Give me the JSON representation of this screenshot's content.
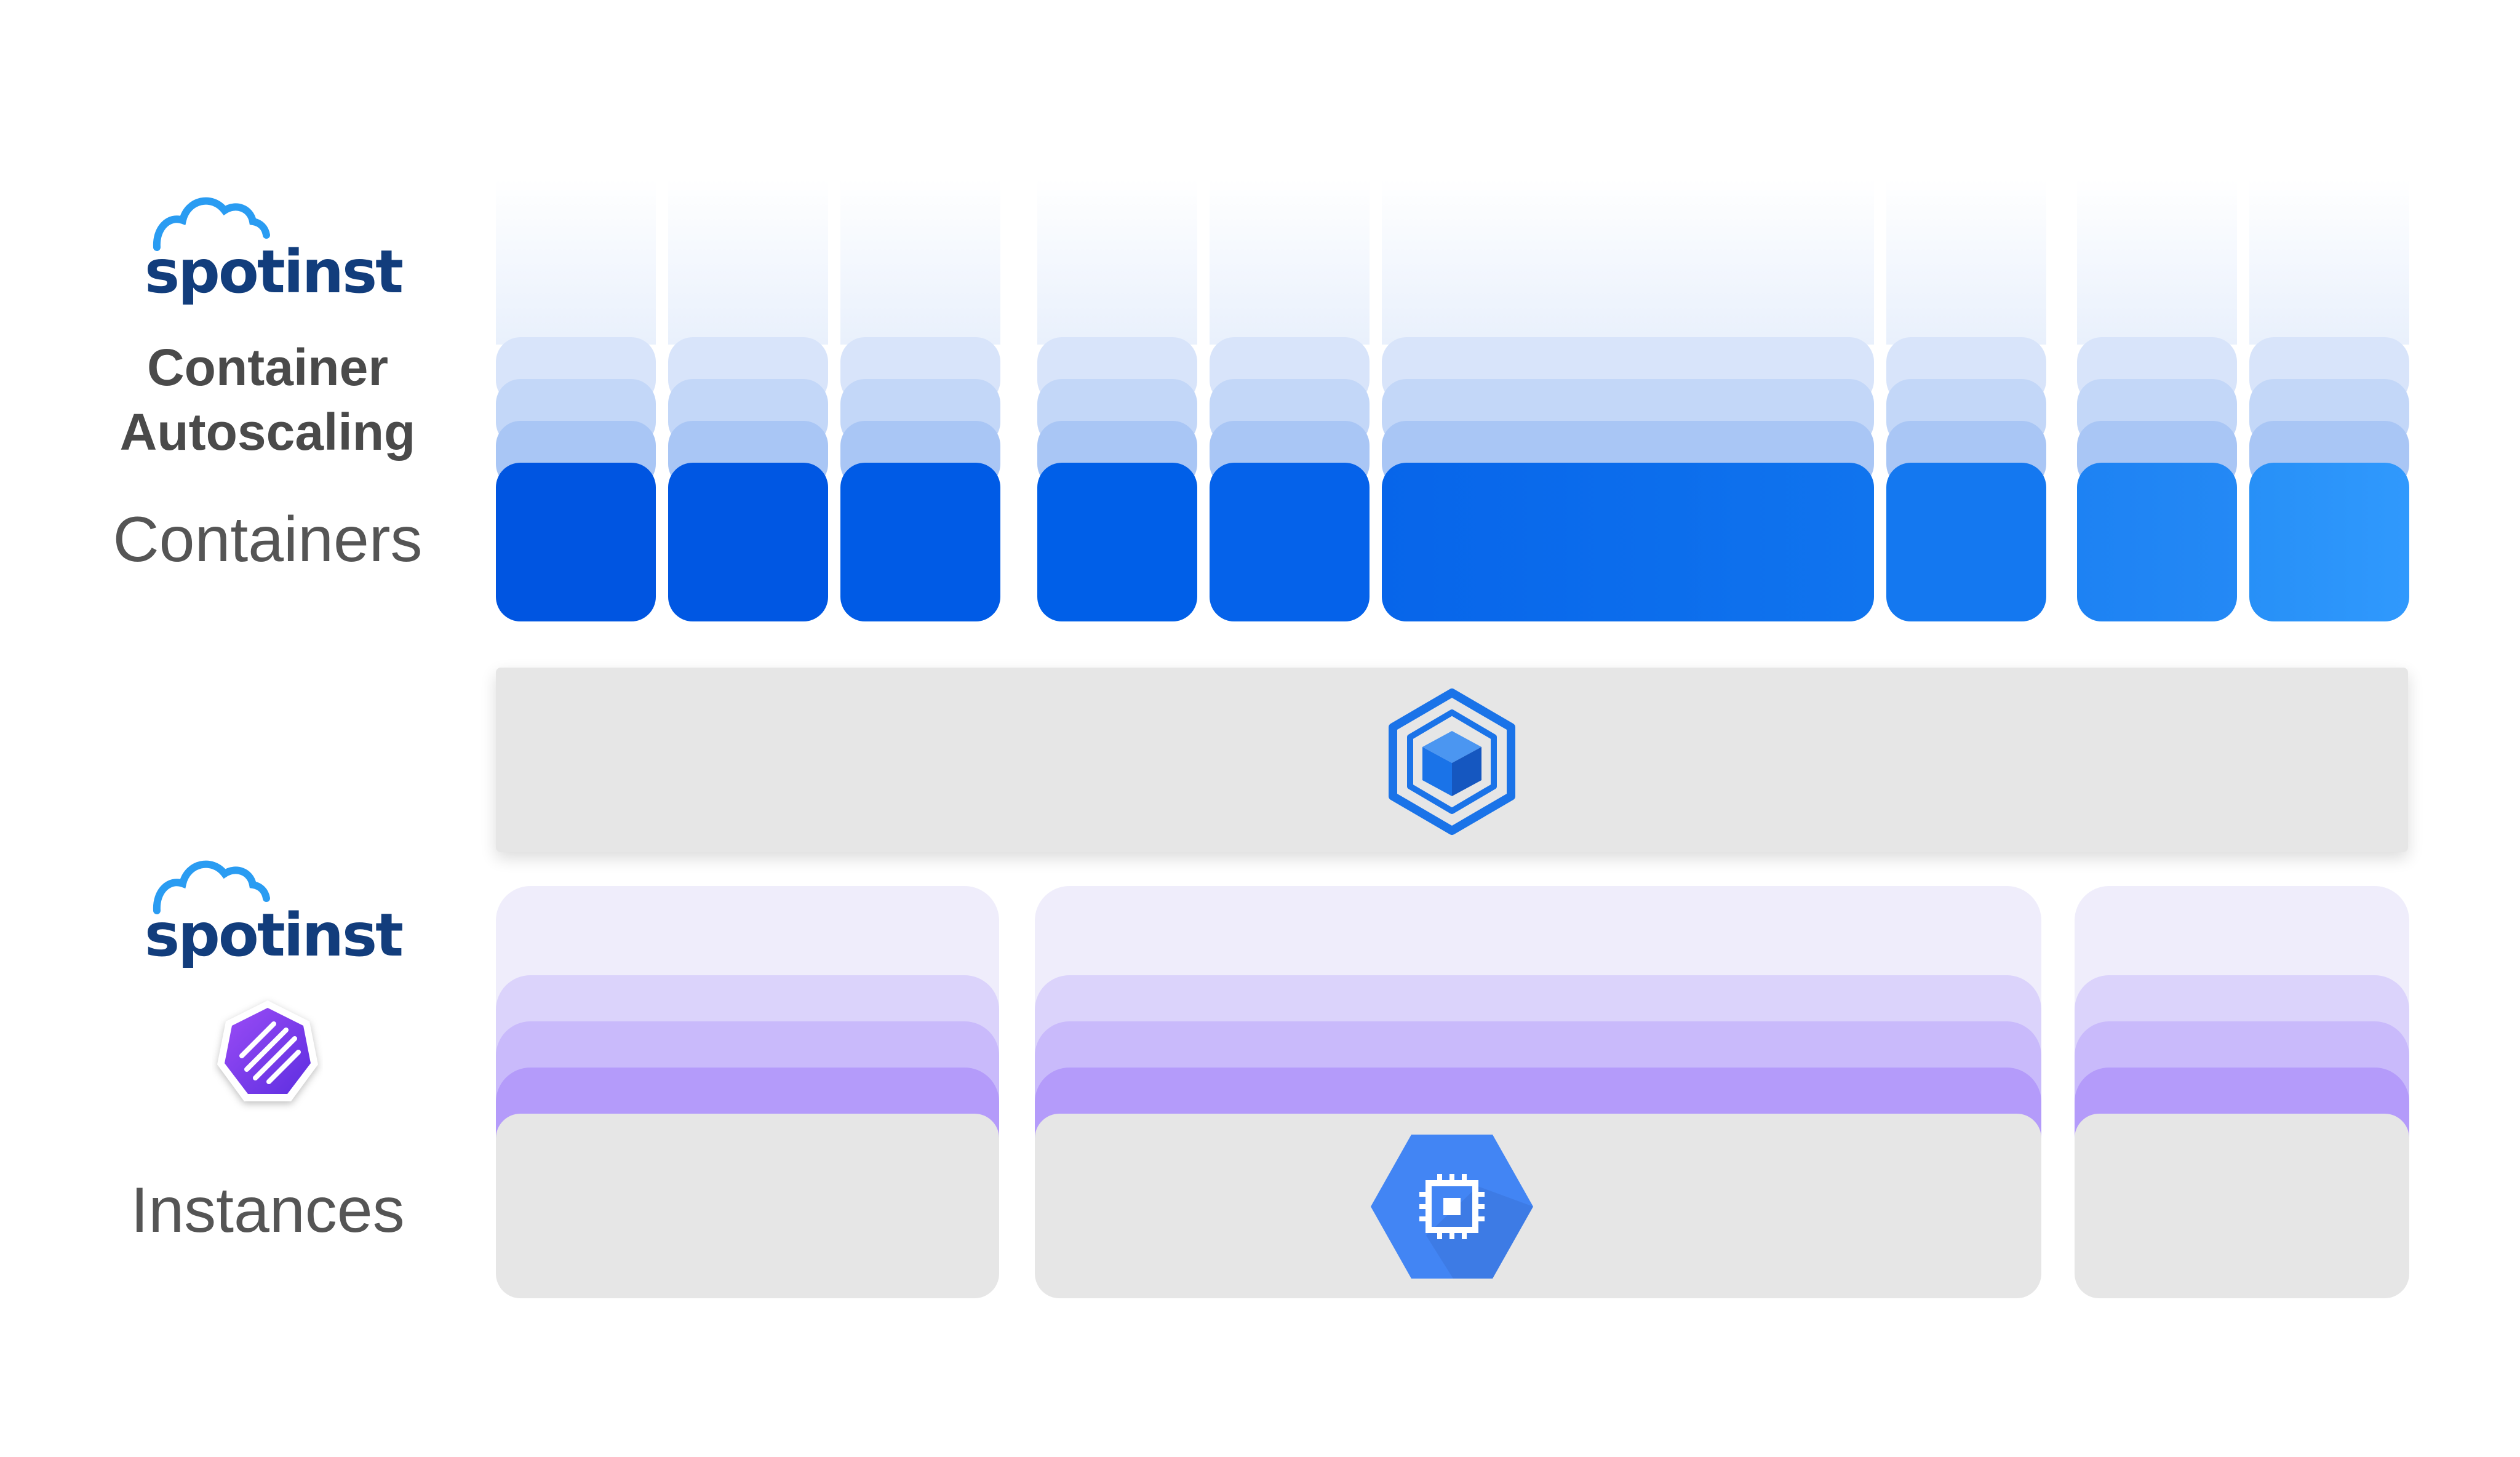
{
  "brand": {
    "logo_text": "spotinst"
  },
  "heading": {
    "line1": "Container",
    "line2": "Autoscaling"
  },
  "labels": {
    "containers": "Containers",
    "instances": "Instances"
  },
  "colors": {
    "logo_text": "#123d7c",
    "logo_cloud": "#2a9cf2",
    "container_gradient_start": "#0055e0",
    "container_gradient_end": "#3099fd",
    "orchestrator_bar": "#e6e6e6",
    "kubernetes_icon": "#1a73e8",
    "instance_purple": "#b49bfa",
    "compute_icon": "#4285f4",
    "ocean_icon": "#7b3cf0"
  },
  "icons": {
    "kubernetes_engine": "kubernetes-engine-hexagon-cube-icon",
    "compute_engine": "compute-engine-chip-icon",
    "ocean": "spotinst-ocean-icon"
  }
}
